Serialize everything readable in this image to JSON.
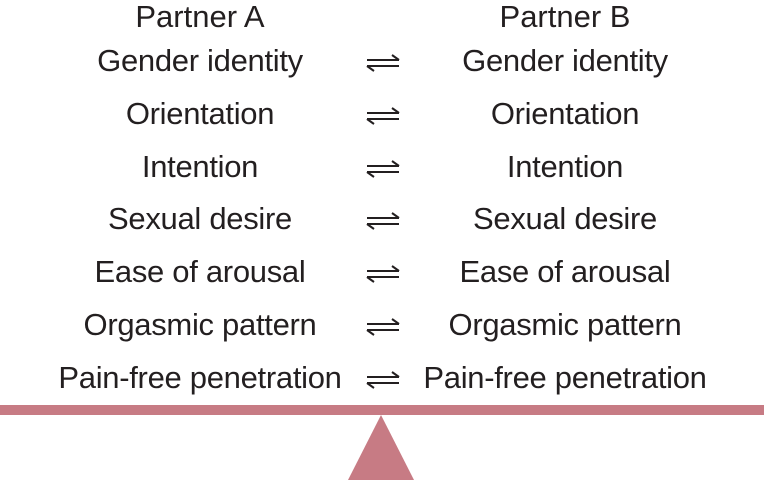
{
  "partner_a": {
    "title": "Partner A",
    "factors": [
      "Gender identity",
      "Orientation",
      "Intention",
      "Sexual desire",
      "Ease of arousal",
      "Orgasmic pattern",
      "Pain-free penetration"
    ]
  },
  "partner_b": {
    "title": "Partner B",
    "factors": [
      "Gender identity",
      "Orientation",
      "Intention",
      "Sexual desire",
      "Ease of arousal",
      "Orgasmic pattern",
      "Pain-free penetration"
    ]
  },
  "connector_icon": "equilibrium-arrows-icon",
  "colors": {
    "text": "#231f20",
    "beam": "#c77b84",
    "fulcrum": "#c77b84"
  }
}
